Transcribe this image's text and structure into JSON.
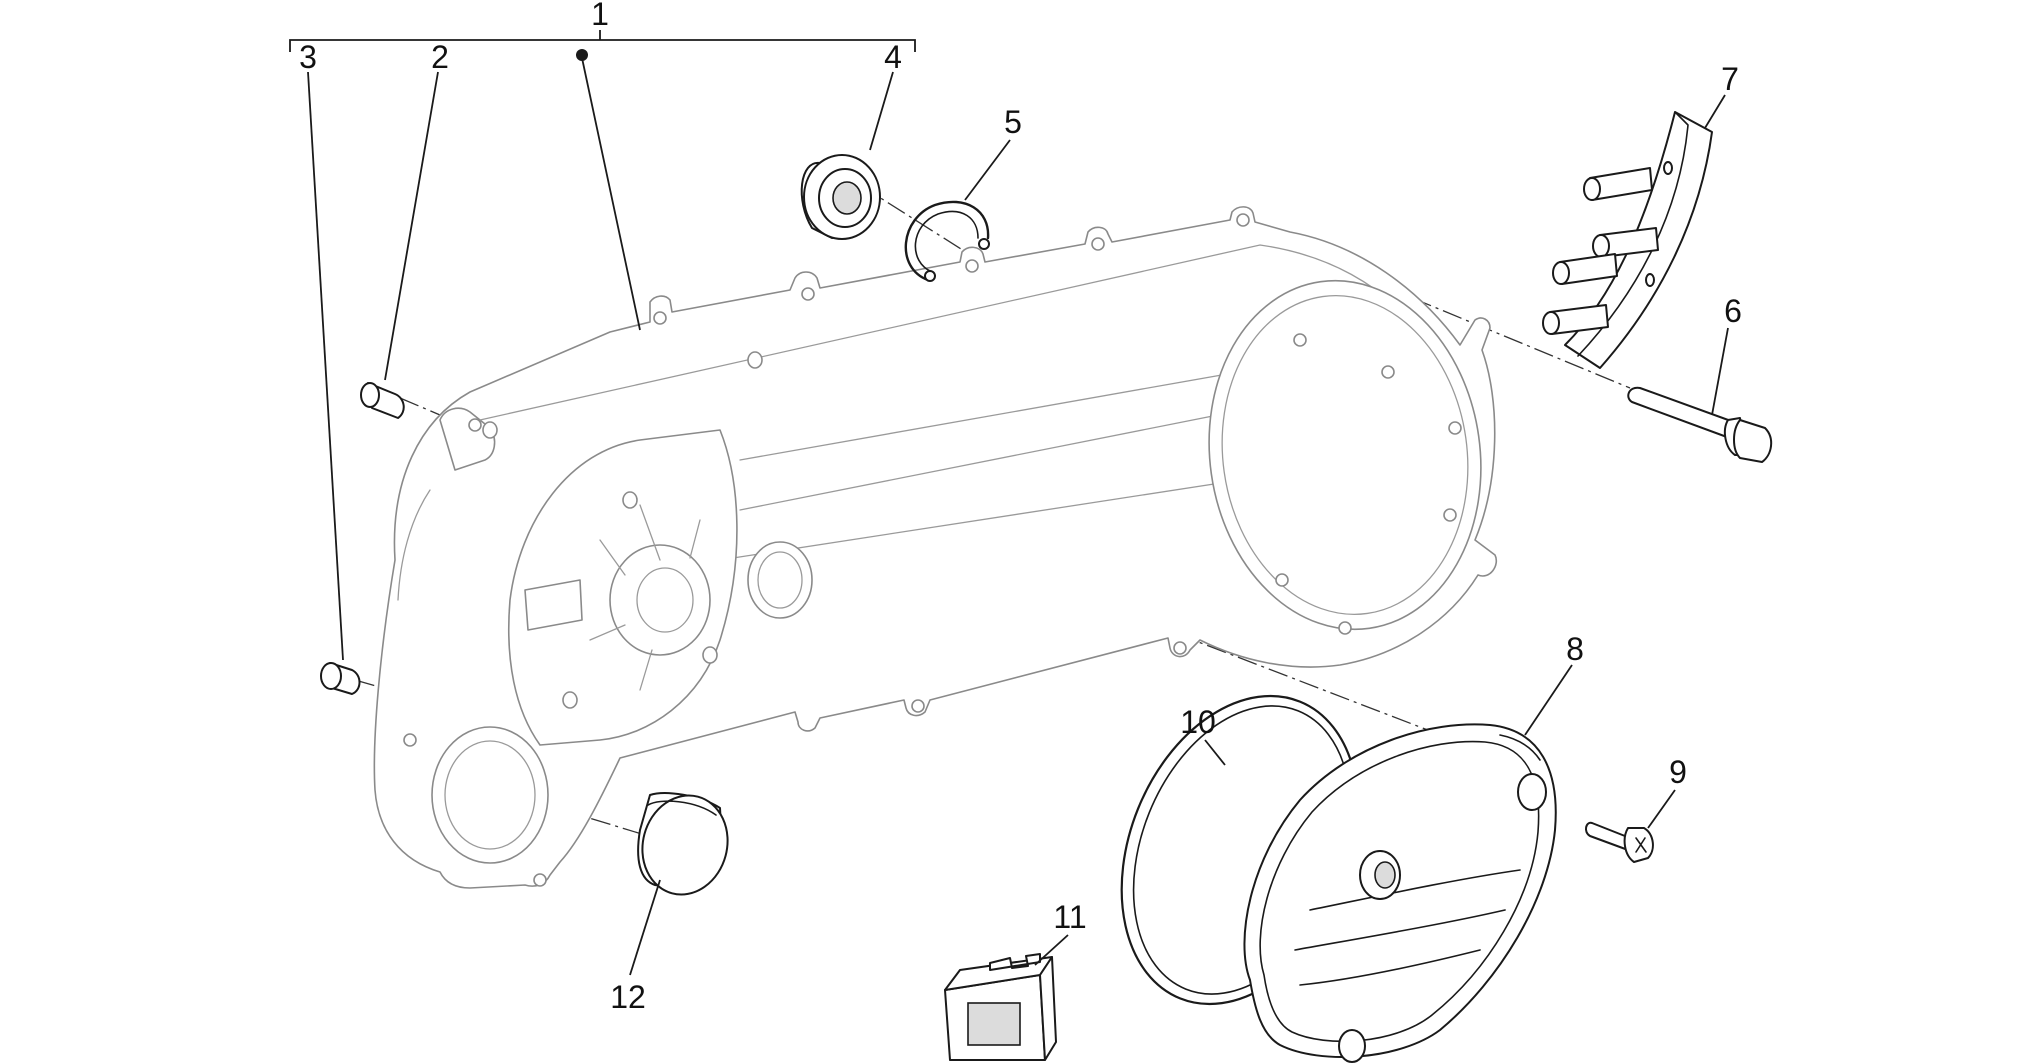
{
  "callouts": [
    {
      "id": "1",
      "label": "1"
    },
    {
      "id": "2",
      "label": "2"
    },
    {
      "id": "3",
      "label": "3"
    },
    {
      "id": "4",
      "label": "4"
    },
    {
      "id": "5",
      "label": "5"
    },
    {
      "id": "6",
      "label": "6"
    },
    {
      "id": "7",
      "label": "7"
    },
    {
      "id": "8",
      "label": "8"
    },
    {
      "id": "9",
      "label": "9"
    },
    {
      "id": "10",
      "label": "10"
    },
    {
      "id": "11",
      "label": "11"
    },
    {
      "id": "12",
      "label": "12"
    }
  ],
  "colors": {
    "line": "#1a1a1a",
    "ghost_line": "#8a8a8a",
    "background": "#ffffff"
  }
}
